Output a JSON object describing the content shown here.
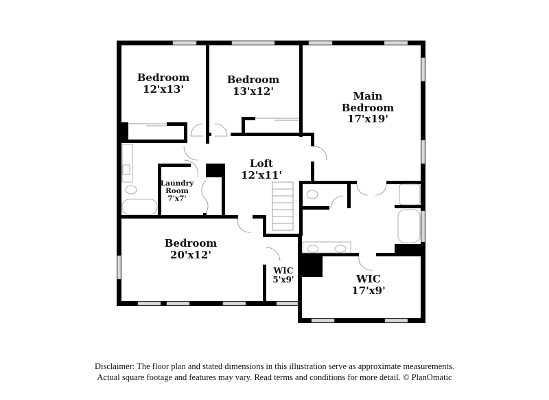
{
  "floor_plan": {
    "rooms": [
      {
        "id": "bedroom-1",
        "name": "Bedroom",
        "dimensions": "12'x13'"
      },
      {
        "id": "bedroom-2",
        "name": "Bedroom",
        "dimensions": "13'x12'"
      },
      {
        "id": "main-bedroom",
        "name_line1": "Main",
        "name_line2": "Bedroom",
        "dimensions": "17'x19'"
      },
      {
        "id": "loft",
        "name": "Loft",
        "dimensions": "12'x11'"
      },
      {
        "id": "laundry-room",
        "name_line1": "Laundry",
        "name_line2": "Room",
        "dimensions": "7'x7'"
      },
      {
        "id": "bedroom-3",
        "name": "Bedroom",
        "dimensions": "20'x12'"
      },
      {
        "id": "wic-small",
        "name": "WIC",
        "dimensions": "5'x9'"
      },
      {
        "id": "wic-large",
        "name": "WIC",
        "dimensions": "17'x9'"
      }
    ],
    "colors": {
      "wall": "#000000",
      "window": "#d9d9d9",
      "fixture": "#9a9a9a",
      "background": "#ffffff"
    }
  },
  "disclaimer": {
    "line1": "Disclaimer: The floor plan and stated dimensions in this illustration serve as approximate measurements.",
    "line2": "Actual square footage and features may vary. Read terms and conditions for more detail. © PlanOmatic"
  }
}
